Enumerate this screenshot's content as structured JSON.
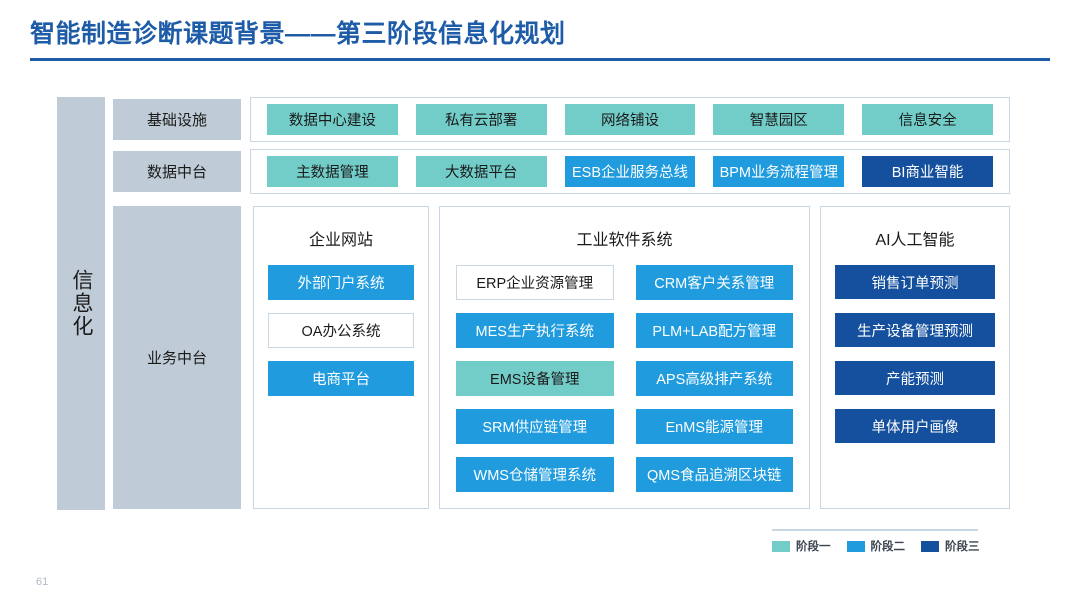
{
  "slide": {
    "title": "智能制造诊断课题背景——第三阶段信息化规划",
    "page_number": "61",
    "accent_color": "#1F5CA8"
  },
  "colors": {
    "phase1": "#72CCC8",
    "phase2": "#1F9BDE",
    "phase3": "#14509E",
    "none": "#FFFFFF",
    "grey_label": "#BFCBD6",
    "border": "#C9D6E4"
  },
  "vertical_label": "信息化",
  "rows": [
    {
      "label": "基础设施",
      "items": [
        {
          "label": "数据中心建设",
          "phase": "p1"
        },
        {
          "label": "私有云部署",
          "phase": "p1"
        },
        {
          "label": "网络铺设",
          "phase": "p1"
        },
        {
          "label": "智慧园区",
          "phase": "p1"
        },
        {
          "label": "信息安全",
          "phase": "p1"
        }
      ]
    },
    {
      "label": "数据中台",
      "items": [
        {
          "label": "主数据管理",
          "phase": "p1"
        },
        {
          "label": "大数据平台",
          "phase": "p1"
        },
        {
          "label": "ESB企业服务总线",
          "phase": "p2"
        },
        {
          "label": "BPM业务流程管理",
          "phase": "p2"
        },
        {
          "label": "BI商业智能",
          "phase": "p3"
        }
      ]
    }
  ],
  "business_row": {
    "label": "业务中台",
    "panels": [
      {
        "title": "企业网站",
        "columns": [
          [
            {
              "label": "外部门户系统",
              "phase": "p2"
            },
            {
              "label": "OA办公系统",
              "phase": "p0"
            },
            {
              "label": "电商平台",
              "phase": "p2"
            }
          ]
        ]
      },
      {
        "title": "工业软件系统",
        "columns": [
          [
            {
              "label": "ERP企业资源管理",
              "phase": "p0"
            },
            {
              "label": "MES生产执行系统",
              "phase": "p2"
            },
            {
              "label": "EMS设备管理",
              "phase": "p1"
            },
            {
              "label": "SRM供应链管理",
              "phase": "p2"
            },
            {
              "label": "WMS仓储管理系统",
              "phase": "p2"
            }
          ],
          [
            {
              "label": "CRM客户关系管理",
              "phase": "p2"
            },
            {
              "label": "PLM+LAB配方管理",
              "phase": "p2"
            },
            {
              "label": "APS高级排产系统",
              "phase": "p2"
            },
            {
              "label": "EnMS能源管理",
              "phase": "p2"
            },
            {
              "label": "QMS食品追溯区块链",
              "phase": "p2"
            }
          ]
        ]
      },
      {
        "title": "AI人工智能",
        "columns": [
          [
            {
              "label": "销售订单预测",
              "phase": "p3"
            },
            {
              "label": "生产设备管理预测",
              "phase": "p3"
            },
            {
              "label": "产能预测",
              "phase": "p3"
            },
            {
              "label": "单体用户画像",
              "phase": "p3"
            }
          ]
        ]
      }
    ]
  },
  "legend": [
    {
      "label": "阶段一",
      "color": "#72CCC8"
    },
    {
      "label": "阶段二",
      "color": "#1F9BDE"
    },
    {
      "label": "阶段三",
      "color": "#14509E"
    }
  ]
}
